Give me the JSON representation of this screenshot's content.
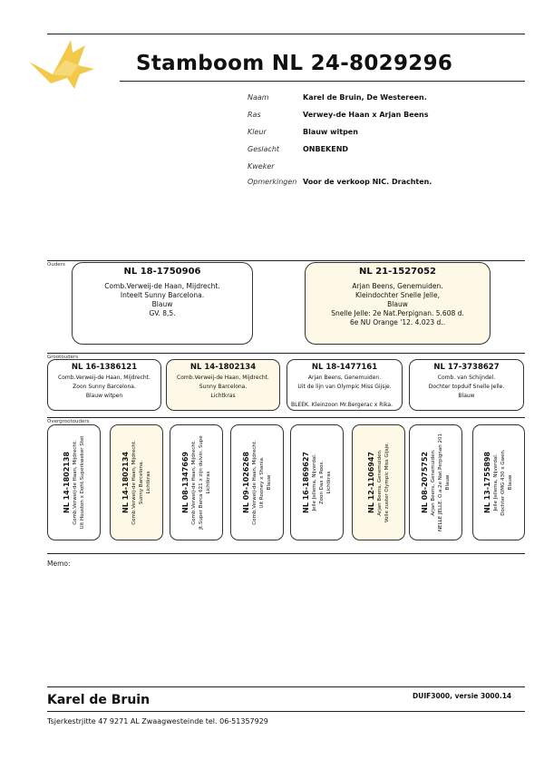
{
  "header": {
    "title": "Stamboom NL 24-8029296"
  },
  "info": [
    {
      "label": "Naam",
      "value": "Karel de Bruin, De Westereen."
    },
    {
      "label": "Ras",
      "value": "Verwey-de Haan x Arjan Beens"
    },
    {
      "label": "Kleur",
      "value": "Blauw witpen"
    },
    {
      "label": "Geslacht",
      "value": "ONBEKEND"
    },
    {
      "label": "Kweker",
      "value": ""
    },
    {
      "label": "Opmerkingen",
      "value": "Voor de verkoop NIC. Drachten."
    }
  ],
  "sections": {
    "ouders": "Ouders",
    "grootouders": "Grootouders",
    "overgrootouders": "Overgrootouders"
  },
  "parents": [
    {
      "ring": "NL 18-1750906",
      "lines": [
        "Comb.Verweij-de Haan, Mijdrecht.",
        "Inteelt Sunny Barcelona.",
        "Blauw",
        "GV. 8,5."
      ]
    },
    {
      "ring": "NL 21-1527052",
      "lines": [
        "Arjan Beens, Genemuiden.",
        "Kleindochter Snelle Jelle,",
        "Blauw",
        "Snelle Jelle: 2e Nat.Perpignan. 5.608 d.",
        "6e NU Orange '12. 4.023 d.."
      ]
    }
  ],
  "grandparents": [
    {
      "ring": "NL 16-1386121",
      "lines": [
        "Comb.Verweij-de Haan, Mijdrecht.",
        "Zoon Sunny Barcelona.",
        "Blauw witpen"
      ]
    },
    {
      "ring": "NL 14-1802134",
      "lines": [
        "Comb.Verweij-de Haan, Mijdrecht.",
        "Sunny Barcelona.",
        "Lichtkras"
      ]
    },
    {
      "ring": "NL 18-1477161",
      "lines": [
        "Arjan Beens, Genemuiden.",
        "Uit de lijn van Olympic Miss Gijsje.",
        "",
        "BLEEK. Kleinzoon Mr.Bergerac x Rika."
      ]
    },
    {
      "ring": "NL 17-3738627",
      "lines": [
        "Comb. van Schijndel.",
        "Dochter topduif Snelle Jelle.",
        "Blauw"
      ]
    }
  ],
  "greatgrandparents": [
    {
      "ring": "NL 14-1802138",
      "lines": [
        "Comb.Verweij-de Haan, Mijdrecht.",
        "Uit Houston x Doht.Superkweker Stet"
      ]
    },
    {
      "ring": "NL 14-1802134",
      "lines": [
        "Comb.Verweij-de Haan, Mijdrecht.",
        "Sunny Barcelona.",
        "Lichtkras"
      ]
    },
    {
      "ring": "NL 08-1347669",
      "lines": [
        "Comb.Verweij-de Haan, Mijdrecht.",
        "Jt.Super Barca 621 x zijn duivin. Supe",
        "Lichtkras"
      ]
    },
    {
      "ring": "NL 09-1026268",
      "lines": [
        "Comb.Verweij-de Haan, Mijdrecht.",
        "Uit Rooney x Shania.",
        "Blauw"
      ]
    },
    {
      "ring": "NL 16-1869627",
      "lines": [
        "Jelle Jellema, Nijverdal.",
        "Zoon Dax x Roos.",
        "Lichtkras"
      ]
    },
    {
      "ring": "NL 12-1106947",
      "lines": [
        "Arjan Beens, Genemuiden.",
        "Volle zuster Olympic Miss Gijsje."
      ]
    },
    {
      "ring": "NL 08-2075752",
      "lines": [
        "Arjan Beens, Genemuiden.",
        "NELLE JELLE. O.a.2e Nat.Perpignan 201",
        "Blauw"
      ]
    },
    {
      "ring": "NL 13-1755898",
      "lines": [
        "Jelle Jellema, Nijverdal.",
        "Dochter OMG 430 x Gwen.",
        "Blauw"
      ]
    }
  ],
  "memo_label": "Memo:",
  "footer": {
    "name": "Karel de Bruin",
    "version": "DUIF3000, versie 3000.14",
    "address": "Tsjerkestrjitte 47   9271 AL   Zwaagwesteinde   tel. 06-51357929"
  },
  "colors": {
    "cream": "#fdf9e6",
    "logo_gold": "#f2c94a"
  },
  "icons": {
    "logo": "dove-logo-icon"
  }
}
